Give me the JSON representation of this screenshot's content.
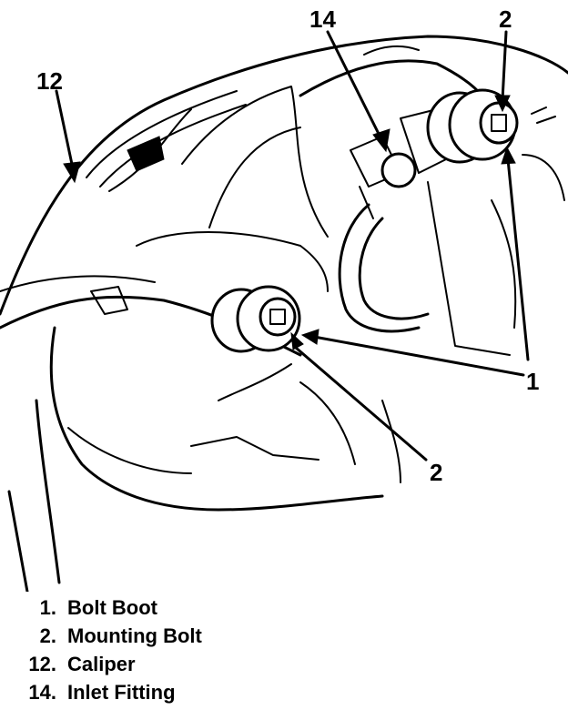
{
  "callouts": {
    "caliper": "12",
    "inlet_fitting": "14",
    "mounting_bolt_top": "2",
    "bolt_boot": "1",
    "mounting_bolt_bottom": "2"
  },
  "legend": [
    {
      "num": "1.",
      "label": "Bolt Boot"
    },
    {
      "num": "2.",
      "label": "Mounting Bolt"
    },
    {
      "num": "12.",
      "label": "Caliper"
    },
    {
      "num": "14.",
      "label": "Inlet Fitting"
    }
  ]
}
